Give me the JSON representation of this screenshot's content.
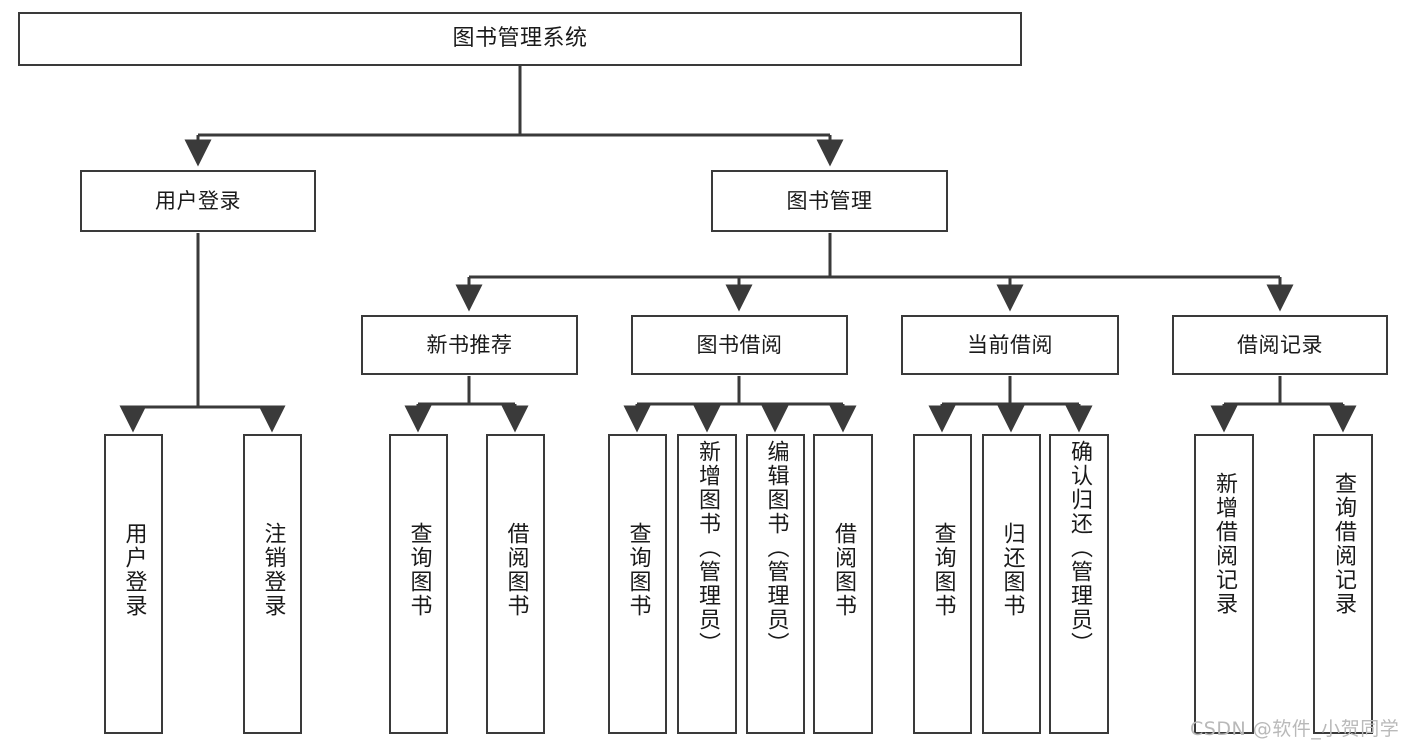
{
  "diagram": {
    "type": "tree",
    "title": "图书管理系统",
    "orientation": "top-down",
    "colors": {
      "box_border": "#3a3a3a",
      "box_fill": "#ffffff",
      "connector": "#3a3a3a",
      "text": "#1a1a1a",
      "watermark": "#b9b9b9",
      "background": "#ffffff"
    },
    "nodes": {
      "root": {
        "label": "图书管理系统"
      },
      "level2": [
        {
          "label": "用户登录"
        },
        {
          "label": "图书管理"
        }
      ],
      "level3": [
        {
          "label": "新书推荐"
        },
        {
          "label": "图书借阅"
        },
        {
          "label": "当前借阅"
        },
        {
          "label": "借阅记录"
        }
      ],
      "leaves": {
        "user_login": [
          {
            "label": "用户登录"
          },
          {
            "label": "注销登录"
          }
        ],
        "new_book": [
          {
            "label": "查询图书"
          },
          {
            "label": "借阅图书"
          }
        ],
        "book_borrow": [
          {
            "label": "查询图书"
          },
          {
            "label": "新增图书（管理员）"
          },
          {
            "label": "编辑图书（管理员）"
          },
          {
            "label": "借阅图书"
          }
        ],
        "current_borrow": [
          {
            "label": "查询图书"
          },
          {
            "label": "归还图书"
          },
          {
            "label": "确认归还（管理员）"
          }
        ],
        "borrow_record": [
          {
            "label": "新增借阅记录"
          },
          {
            "label": "查询借阅记录"
          }
        ]
      }
    },
    "edges": [
      {
        "from": "图书管理系统",
        "to": "用户登录"
      },
      {
        "from": "图书管理系统",
        "to": "图书管理"
      },
      {
        "from": "用户登录",
        "to": "用户登录"
      },
      {
        "from": "用户登录",
        "to": "注销登录"
      },
      {
        "from": "图书管理",
        "to": "新书推荐"
      },
      {
        "from": "图书管理",
        "to": "图书借阅"
      },
      {
        "from": "图书管理",
        "to": "当前借阅"
      },
      {
        "from": "图书管理",
        "to": "借阅记录"
      },
      {
        "from": "新书推荐",
        "to": "查询图书"
      },
      {
        "from": "新书推荐",
        "to": "借阅图书"
      },
      {
        "from": "图书借阅",
        "to": "查询图书"
      },
      {
        "from": "图书借阅",
        "to": "新增图书（管理员）"
      },
      {
        "from": "图书借阅",
        "to": "编辑图书（管理员）"
      },
      {
        "from": "图书借阅",
        "to": "借阅图书"
      },
      {
        "from": "当前借阅",
        "to": "查询图书"
      },
      {
        "from": "当前借阅",
        "to": "归还图书"
      },
      {
        "from": "当前借阅",
        "to": "确认归还（管理员）"
      },
      {
        "from": "借阅记录",
        "to": "新增借阅记录"
      },
      {
        "from": "借阅记录",
        "to": "查询借阅记录"
      }
    ]
  },
  "watermark": {
    "text": "CSDN @软件_小贺同学"
  }
}
